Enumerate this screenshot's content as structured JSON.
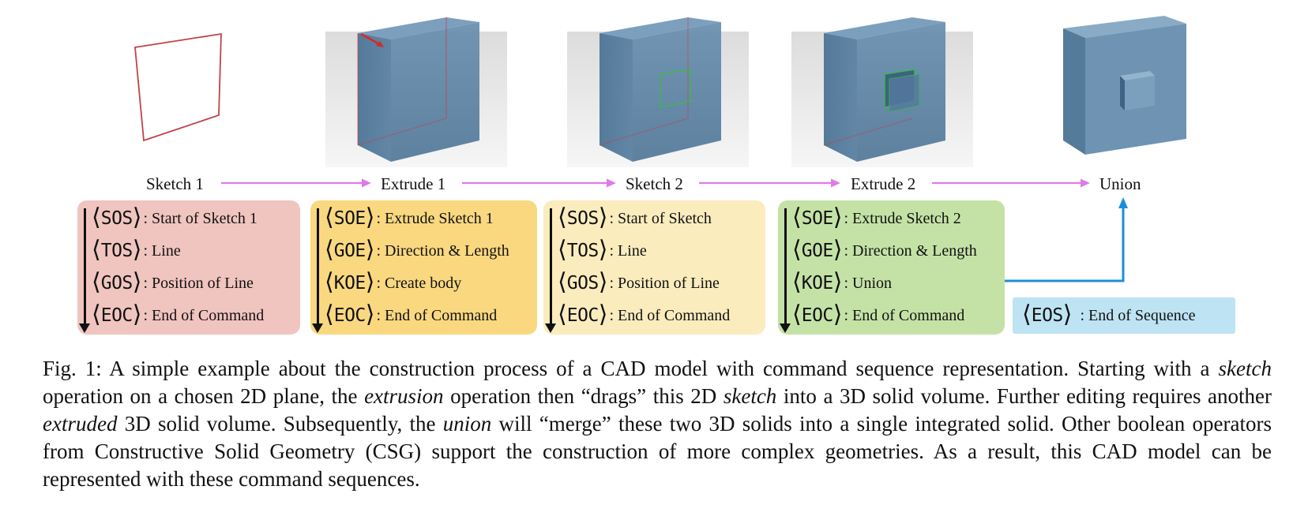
{
  "colors": {
    "flow_arrow": "#e07ae6",
    "union_arrow": "#1a8fdc",
    "box_sketch1": "#f0c4bf",
    "box_extrude1": "#fad880",
    "box_sketch2": "#faecbd",
    "box_extrude2": "#c4e2a6",
    "box_eos": "#bee3f3",
    "solid": "#5f86a6",
    "sketch_line": "#c0434b",
    "inner_sketch": "#3fb84a"
  },
  "steps": [
    {
      "label": "Sketch 1"
    },
    {
      "label": "Extrude 1"
    },
    {
      "label": "Sketch 2"
    },
    {
      "label": "Extrude 2"
    },
    {
      "label": "Union"
    }
  ],
  "boxes": {
    "sketch1": [
      {
        "token": "SOS",
        "desc": ": Start of Sketch 1"
      },
      {
        "token": "TOS",
        "desc": ": Line"
      },
      {
        "token": "GOS",
        "desc": ": Position of Line"
      },
      {
        "token": "EOC",
        "desc": ": End of Command"
      }
    ],
    "extrude1": [
      {
        "token": "SOE",
        "desc": ": Extrude Sketch 1"
      },
      {
        "token": "GOE",
        "desc": ": Direction & Length"
      },
      {
        "token": "KOE",
        "desc": ": Create body"
      },
      {
        "token": "EOC",
        "desc": ": End of Command"
      }
    ],
    "sketch2": [
      {
        "token": "SOS",
        "desc": ": Start of Sketch"
      },
      {
        "token": "TOS",
        "desc": ": Line"
      },
      {
        "token": "GOS",
        "desc": ": Position of Line"
      },
      {
        "token": "EOC",
        "desc": ": End of Command"
      }
    ],
    "extrude2": [
      {
        "token": "SOE",
        "desc": ": Extrude Sketch 2"
      },
      {
        "token": "GOE",
        "desc": ": Direction & Length"
      },
      {
        "token": "KOE",
        "desc": ": Union"
      },
      {
        "token": "EOC",
        "desc": ": End of Command"
      }
    ],
    "eos": {
      "token": "EOS",
      "desc": ": End of Sequence"
    }
  },
  "caption": {
    "prefix": "Fig. 1: A simple example about the construction process of a CAD model with command sequence representation. Starting with a ",
    "em1": "sketch",
    "t1": " operation on a chosen 2D plane, the ",
    "em2": "extrusion",
    "t2": " operation then “drags” this 2D ",
    "em3": "sketch",
    "t3": " into a 3D solid volume. Further editing requires another ",
    "em4": "extruded",
    "t4": " 3D solid volume. Subsequently, the ",
    "em5": "union",
    "t5": " will “merge” these two 3D solids into a single integrated solid. Other boolean operators from Constructive Solid Geometry (CSG) support the construction of more complex geometries. As a result, this CAD model can be represented with these command sequences."
  }
}
